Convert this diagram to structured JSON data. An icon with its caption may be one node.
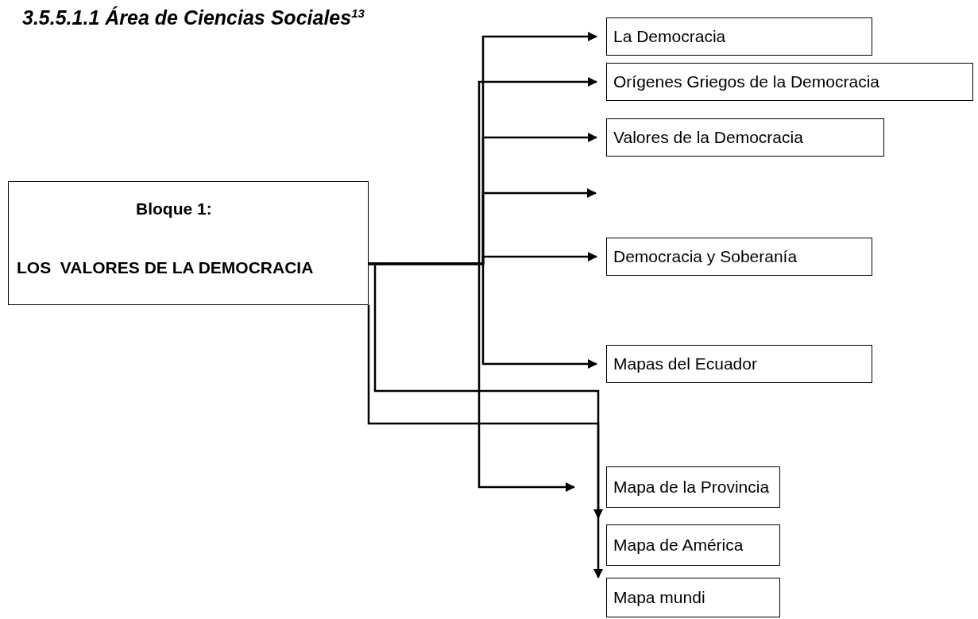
{
  "diagram": {
    "title": "3.5.5.1.1 Área de Ciencias Sociales$^{13}$",
    "nodes": [
      {
        "text": [
          "Bloque 1:",
          "LOS  VALORES DE LA DEMOCRACIA"
        ]
      },
      {
        "text": [
          "La Democracia"
        ]
      },
      {
        "text": [
          "Orígenes Griegos de la Democracia"
        ]
      },
      {
        "text": [
          "Valores de la Democracia"
        ]
      },
      {
        "text": [
          "Democracia y Soberanía"
        ]
      },
      {
        "text": [
          "Mapas del Ecuador"
        ]
      },
      {
        "text": [
          "Mapa de la Provincia"
        ]
      },
      {
        "text": [
          "Mapa de América"
        ]
      },
      {
        "text": [
          "Mapa mundi"
        ]
      }
    ],
    "edges": [
      {
        "from": 0,
        "to": 1,
        "arrow": "to"
      },
      {
        "from": 0,
        "to": 2,
        "arrow": "to"
      },
      {
        "from": 0,
        "to": 3,
        "arrow": "to"
      },
      {
        "from": 0,
        "to": null,
        "arrow": "to"
      },
      {
        "from": 0,
        "to": 4,
        "arrow": "to"
      },
      {
        "from": 0,
        "to": 5,
        "arrow": "to"
      },
      {
        "from": 0,
        "to": 6,
        "arrow": "to"
      },
      {
        "from": 0,
        "to": 7,
        "arrow": "to"
      },
      {
        "from": 0,
        "to": 8,
        "arrow": "to"
      }
    ]
  }
}
